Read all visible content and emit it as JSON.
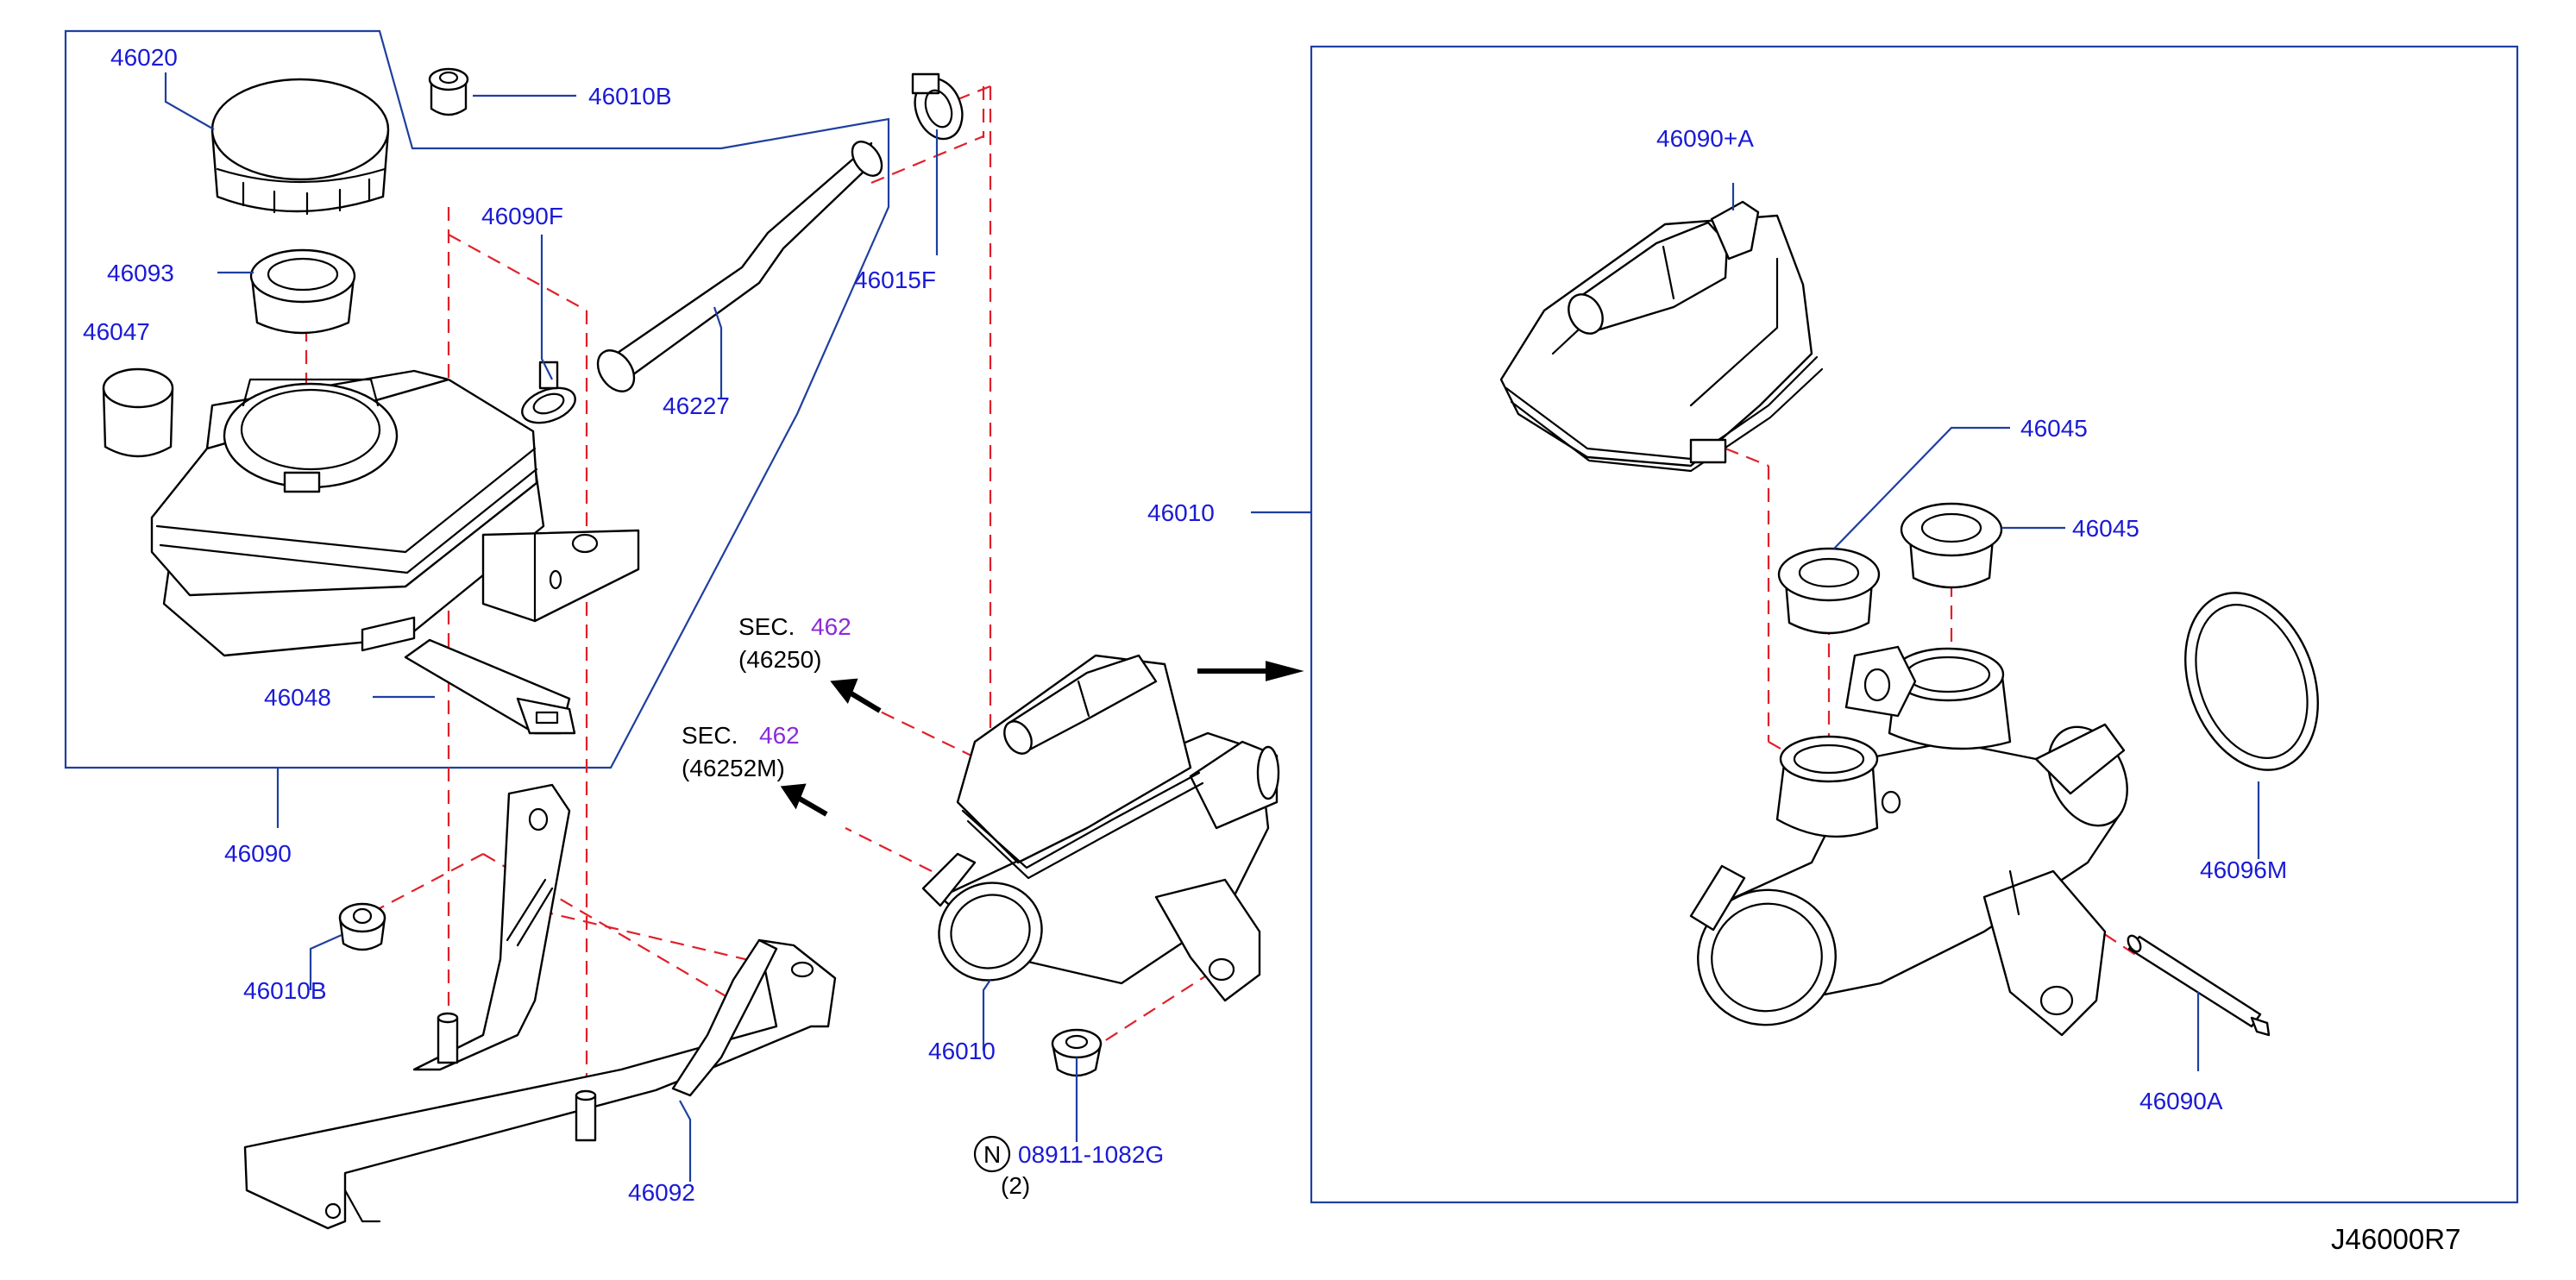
{
  "diagram_id": "J46000R7",
  "labels": {
    "cap": "46020",
    "grommet_top_left": "46010B",
    "clamp_hose": "46090F",
    "strainer": "46093",
    "seal_small": "46047",
    "hose": "46227",
    "hose_clamp_right": "46015F",
    "reservoir_assy": "46090",
    "sensor": "46048",
    "grommet_bracket": "46010B",
    "bracket": "46092",
    "master_cylinder": "46010",
    "master_cylinder_box": "46010",
    "reservoir_kit": "46090+A",
    "grommet_a": "46045",
    "grommet_b": "46045",
    "o_ring": "46096M",
    "pin": "46090A",
    "nut_code": "08911-1082G",
    "nut_qty": "(2)",
    "nut_symbol": "N"
  },
  "sec_refs": [
    {
      "prefix": "SEC.",
      "number": "462",
      "sub": "(46250)"
    },
    {
      "prefix": "SEC.",
      "number": "462",
      "sub": "(46252M)"
    }
  ],
  "colors": {
    "label": "#1a1ad6",
    "section_number": "#8a2bd8",
    "leader": "#1f3f9f",
    "dashed_line": "#e0202a",
    "outline": "#000000"
  }
}
